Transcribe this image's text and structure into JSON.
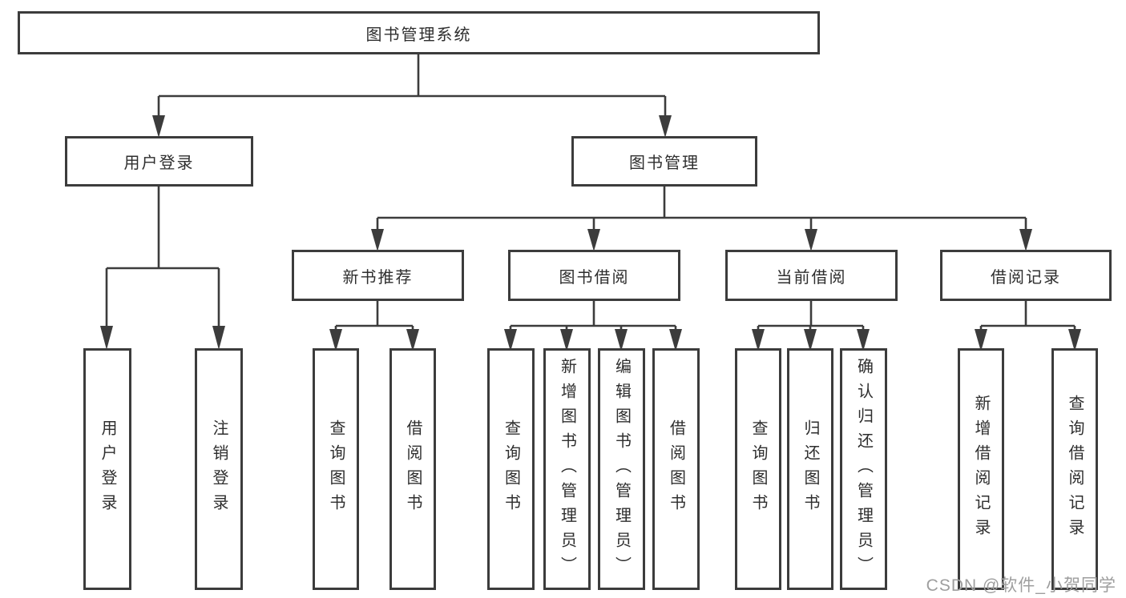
{
  "diagram": {
    "root": {
      "label": "图书管理系统",
      "children": [
        {
          "label": "用户登录",
          "children": [
            {
              "label": "用户登录"
            },
            {
              "label": "注销登录"
            }
          ]
        },
        {
          "label": "图书管理",
          "children": [
            {
              "label": "新书推荐",
              "children": [
                {
                  "label": "查询图书"
                },
                {
                  "label": "借阅图书"
                }
              ]
            },
            {
              "label": "图书借阅",
              "children": [
                {
                  "label": "查询图书"
                },
                {
                  "label": "新增图书（管理员）"
                },
                {
                  "label": "编辑图书（管理员）"
                },
                {
                  "label": "借阅图书"
                }
              ]
            },
            {
              "label": "当前借阅",
              "children": [
                {
                  "label": "查询图书"
                },
                {
                  "label": "归还图书"
                },
                {
                  "label": "确认归还（管理员）"
                }
              ]
            },
            {
              "label": "借阅记录",
              "children": [
                {
                  "label": "新增借阅记录"
                },
                {
                  "label": "查询借阅记录"
                }
              ]
            }
          ]
        }
      ]
    },
    "colors": {
      "line": "#3c3c3c",
      "text": "#2e2e2e",
      "watermark_color": "#9e9e9e",
      "background": "#ffffff"
    }
  },
  "watermark": {
    "text": "CSDN @软件_小贺同学"
  }
}
